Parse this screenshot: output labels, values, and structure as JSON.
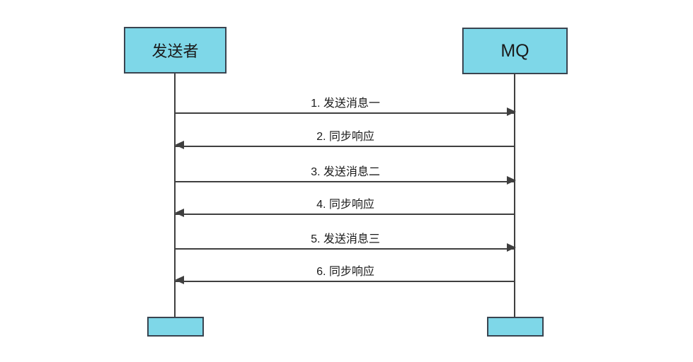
{
  "diagram": {
    "type": "sequence-diagram",
    "actors": [
      {
        "id": "sender",
        "label": "发送者"
      },
      {
        "id": "mq",
        "label": "MQ"
      }
    ],
    "messages": [
      {
        "seq": 1,
        "label": "1. 发送消息一",
        "from": "sender",
        "to": "mq",
        "direction": "right"
      },
      {
        "seq": 2,
        "label": "2. 同步响应",
        "from": "mq",
        "to": "sender",
        "direction": "left"
      },
      {
        "seq": 3,
        "label": "3. 发送消息二",
        "from": "sender",
        "to": "mq",
        "direction": "right"
      },
      {
        "seq": 4,
        "label": "4. 同步响应",
        "from": "mq",
        "to": "sender",
        "direction": "left"
      },
      {
        "seq": 5,
        "label": "5. 发送消息三",
        "from": "sender",
        "to": "mq",
        "direction": "right"
      },
      {
        "seq": 6,
        "label": "6. 同步响应",
        "from": "mq",
        "to": "sender",
        "direction": "left"
      }
    ],
    "colors": {
      "actor_fill": "#7ED7E8",
      "actor_border": "#3A4450",
      "line": "#3F3F3F",
      "text": "#1A1A1A",
      "background": "#FFFFFF"
    }
  }
}
